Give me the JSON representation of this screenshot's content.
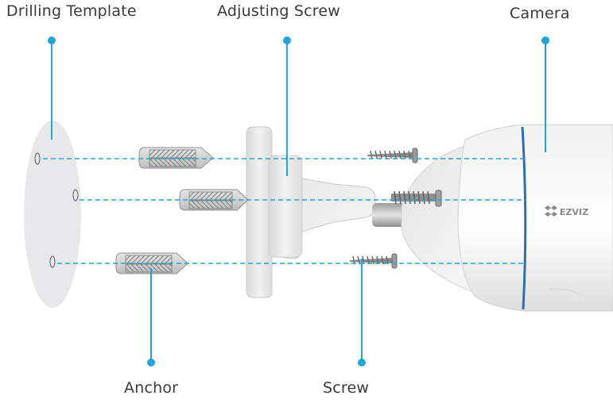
{
  "labels": {
    "drilling_template": "Drilling Template",
    "adjusting_screw": "Adjusting Screw",
    "camera": "Camera",
    "anchor": "Anchor",
    "screw": "Screw"
  },
  "brand": {
    "logo_text": "EZVIZ"
  },
  "colors": {
    "callout": "#1ea7d8",
    "guide_line": "#1ea7d8",
    "camera_ring": "#2c6fb8",
    "template_fill": "#e8e8ea",
    "part_fill": "#eeeeee",
    "text": "#3a3a3a"
  }
}
